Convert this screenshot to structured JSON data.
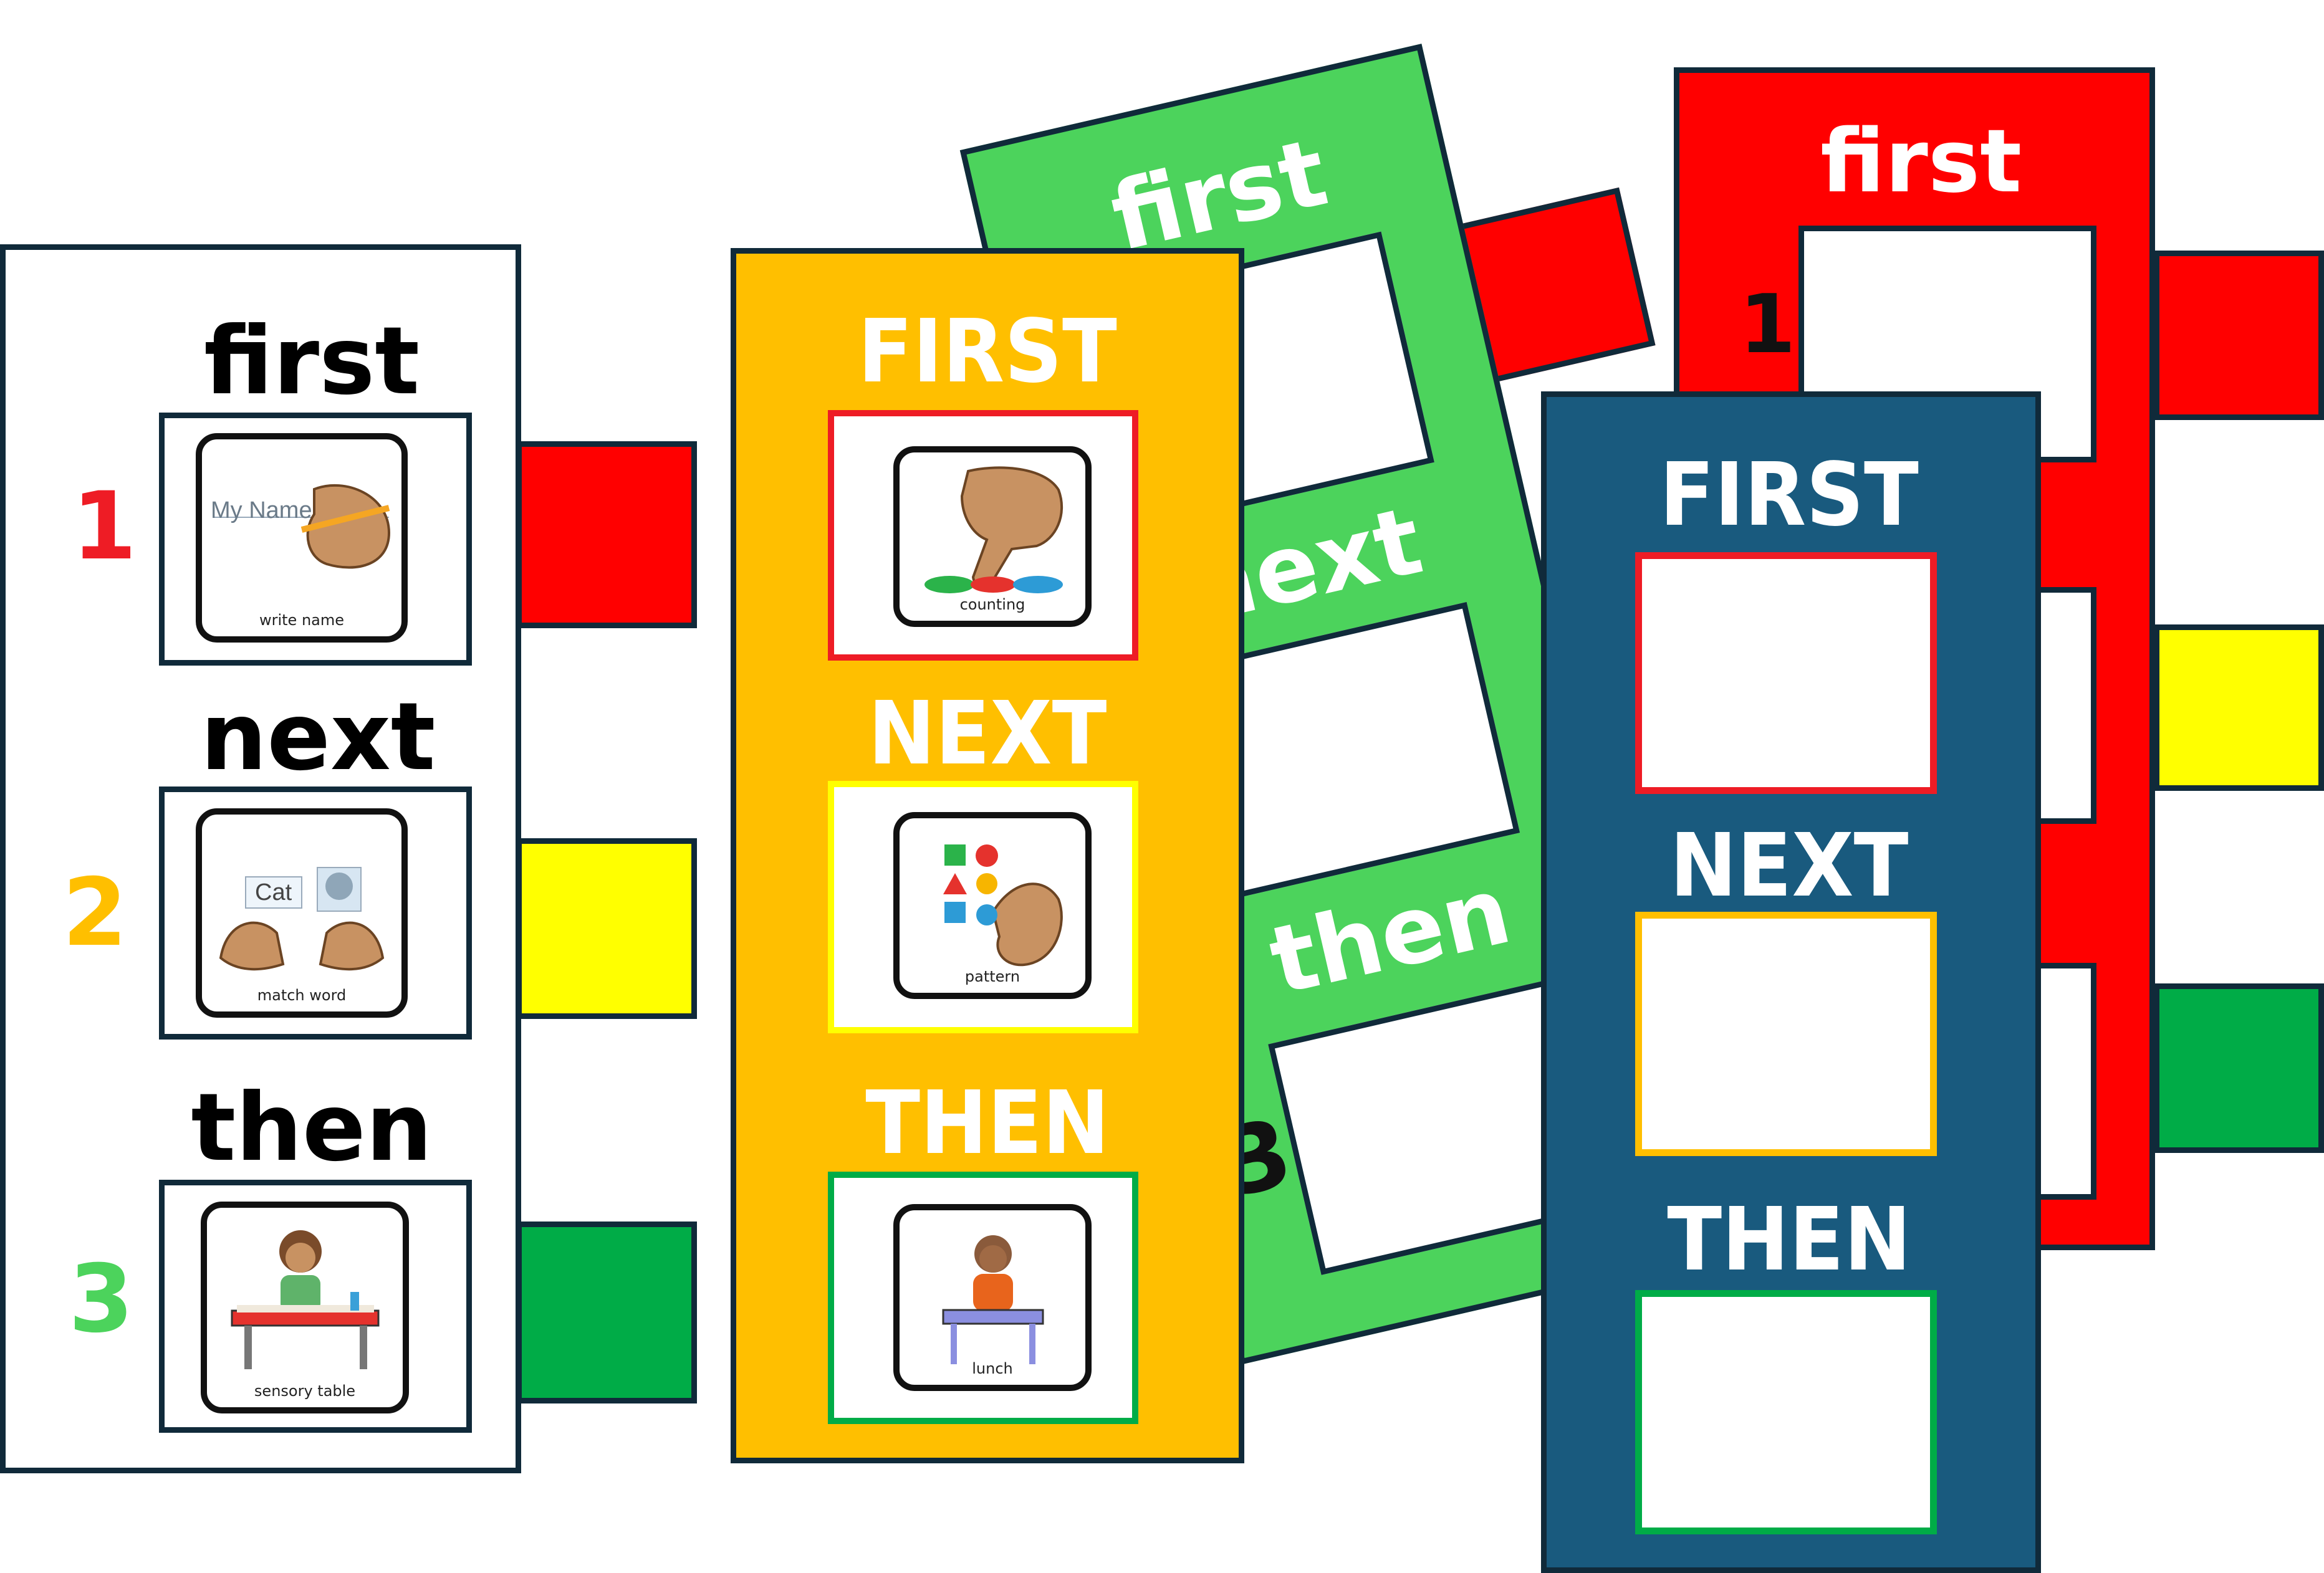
{
  "colors": {
    "outline": "#102a3a",
    "red": "#ff0000",
    "yellow": "#ffff00",
    "dark_green": "#00ac47",
    "light_green": "#4cd35c",
    "orange": "#ffbf00",
    "navy": "#195a7e",
    "num_red": "#ee1c25",
    "num_yellow": "#ffbf00",
    "num_green": "#4cd35c"
  },
  "white_board": {
    "labels": [
      "first",
      "next",
      "then"
    ],
    "numbers": [
      "1",
      "2",
      "3"
    ],
    "cards": [
      {
        "caption": "write name",
        "text": "My Name",
        "icon": "hand-writing-name-icon"
      },
      {
        "caption": "match word",
        "text": "Cat",
        "icon": "matching-word-icon"
      },
      {
        "caption": "sensory table",
        "text": "",
        "icon": "sensory-table-icon"
      }
    ]
  },
  "orange_board": {
    "labels": [
      "FIRST",
      "NEXT",
      "THEN"
    ],
    "cards": [
      {
        "caption": "counting",
        "icon": "finger-counting-icon"
      },
      {
        "caption": "pattern",
        "icon": "shape-pattern-icon"
      },
      {
        "caption": "lunch",
        "icon": "child-eating-lunch-icon"
      }
    ]
  },
  "green_board": {
    "labels": [
      "first",
      "next",
      "then"
    ],
    "numbers": [
      "3"
    ]
  },
  "red_board": {
    "labels": [
      "first"
    ],
    "numbers": [
      "1"
    ]
  },
  "navy_board": {
    "labels": [
      "FIRST",
      "NEXT",
      "THEN"
    ]
  }
}
